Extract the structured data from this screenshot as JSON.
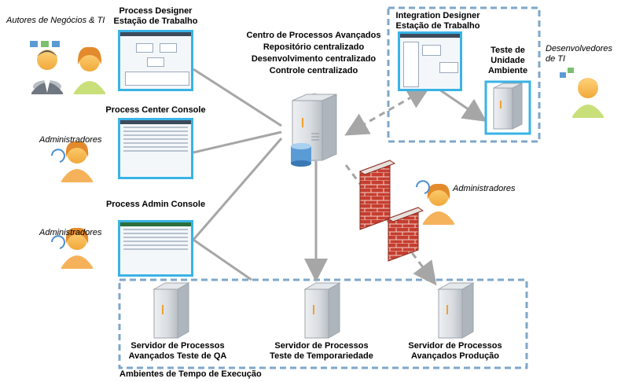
{
  "roles": {
    "business_authors": "Autores de Negócios & TI",
    "it_developers": "Desenvolvedores de TI",
    "admins_1": "Administradores",
    "admins_2": "Administradores",
    "admins_3": "Administradores"
  },
  "workstations": {
    "process_designer": [
      "Process Designer",
      "Estação de Trabalho"
    ],
    "integration_designer": [
      "Integration Designer",
      "Estação de Trabalho"
    ],
    "unit_test": [
      "Teste de",
      "Unidade",
      "Ambiente"
    ]
  },
  "consoles": {
    "process_center": "Process Center Console",
    "process_admin": "Process Admin Console"
  },
  "center": {
    "lines": [
      "Centro de Processos Avançados",
      "Repositório centralizado",
      "Desenvolvimento centralizado",
      "Controle centralizado"
    ]
  },
  "runtime": {
    "group_label": "Ambientes de Tempo de Execução",
    "servers": [
      [
        "Servidor de Processos",
        "Avançados Teste de QA"
      ],
      [
        "Servidor de Processos",
        "Teste de Temporariedade"
      ],
      [
        "Servidor de Processos",
        "Avançados Produção"
      ]
    ]
  },
  "colors": {
    "accent_blue": "#39b3e6",
    "dashed_box": "#7fa7c9",
    "connector_gray": "#a6a6a6",
    "firewall_red": "#c0392b"
  }
}
